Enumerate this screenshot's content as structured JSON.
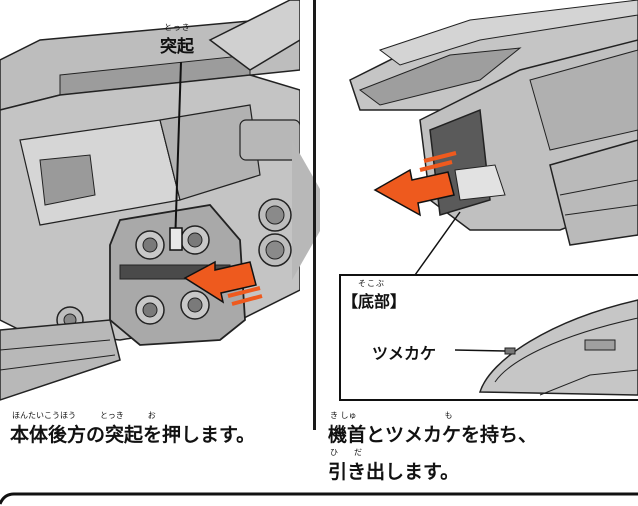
{
  "left": {
    "label_ruby": "とっき",
    "label": "突起",
    "caption_ruby": "ほんたいこうほう　　　とっき　　　お",
    "caption": "本体後方の突起を押します。"
  },
  "right": {
    "bottom_label_ruby": "そこぶ",
    "bottom_label": "【底部】",
    "tab_label": "ツメカケ",
    "caption_ruby_1": "き しゅ　　　　　　　　　　　も",
    "caption_line_1": "機首とツメカケを持ち、",
    "caption_ruby_2": "ひ　　だ",
    "caption_line_2": "引き出します。"
  },
  "colors": {
    "arrow": "#ee5a1e",
    "model_light": "#c9c9c9",
    "model_mid": "#a4a4a4",
    "model_dark": "#6d6d6d",
    "step_arrow": "#b8b8b8"
  }
}
